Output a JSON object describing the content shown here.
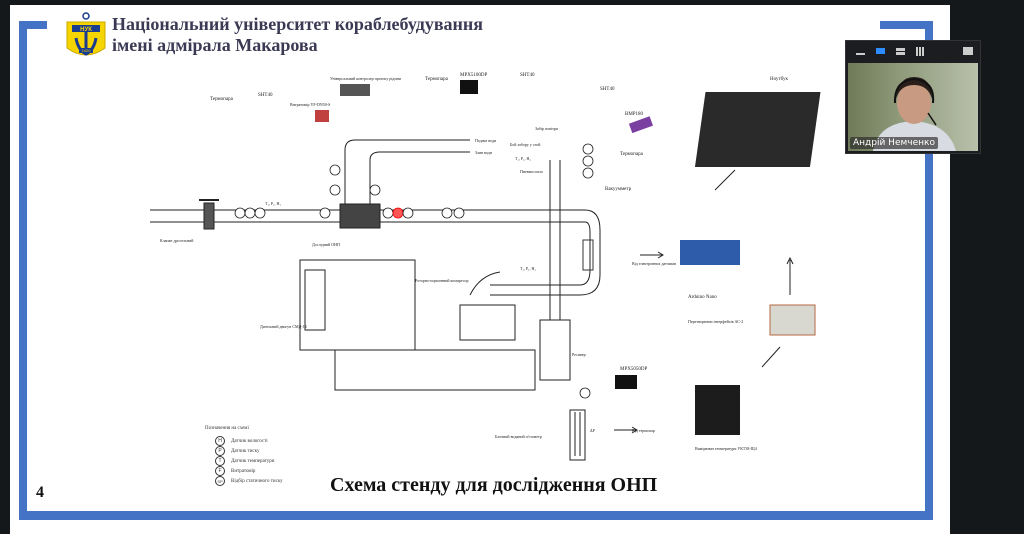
{
  "slide": {
    "university_title_line1": "Національний університет кораблебудування",
    "university_title_line2": "імені адмірала Макарова",
    "logo_text": "НУК",
    "logo_year": "1920",
    "slide_number": "4",
    "title": "Схема стенду для дослідження ОНП",
    "colors": {
      "frame": "#4472c4",
      "title": "#3b3a55",
      "logo_yellow": "#f6d400",
      "logo_blue": "#1a3c8f"
    }
  },
  "diagram": {
    "labels": {
      "thermocouple_left": "Термопара",
      "sht40_left": "SHT40",
      "flowmeter": "Витратомір YF-DN50-S",
      "controller": "Універсальний контролер протоку рідини",
      "thermocouple_mid": "Термопара",
      "mpx_top": "MPX5100DP",
      "sht40_mid": "SHT40",
      "sht40_right": "SHT40",
      "bmp180": "BMP180",
      "thermocouple_right": "Термопара",
      "vacuum_gauge": "Вакуумметр",
      "intake": "Забір повітря",
      "air_intake_from_env": "Бой забору у стой",
      "laptop": "Ноутбук",
      "arduino": "Arduino Nano",
      "converter": "Перетворювач інтерфейсів АС-2",
      "meter": "Вимірювач температури УКТ38-Щ4",
      "mpx_bottom": "MPX5050DP",
      "from_sensors": "Від електронних датчиків",
      "from_thermocouples": "Від термопар",
      "throttle_valve": "Клапан дросельний",
      "onp": "Дослідний ОНП",
      "diesel": "Дизельний двигун СМД-14",
      "compressor": "Роторно-поршневий компресор",
      "receiver": "Ресивер",
      "manometer": "Блочний водяний п'єзометр",
      "delta_p": "ΔP",
      "tph": "T₁, P₁, H₁",
      "inlet_water": "Подача води",
      "outlet_water": "Злив води",
      "nozzle": "Пневмосопло"
    },
    "legend": {
      "heading": "Позначення на схемі",
      "items": [
        {
          "symbol": "H",
          "label": "Датчик вологості"
        },
        {
          "symbol": "P",
          "label": "Датчик тиску"
        },
        {
          "symbol": "T",
          "label": "Датчик температури"
        },
        {
          "symbol": "F",
          "label": "Витратомір"
        },
        {
          "symbol": "SP",
          "label": "Відбір статичного тиску"
        }
      ]
    }
  },
  "webcam": {
    "participant_name": "Андрій Немченко",
    "toolbar": [
      "minimize-icon",
      "speaker-view-icon",
      "stacked-view-icon",
      "gallery-view-icon",
      "pop-out-icon"
    ]
  }
}
